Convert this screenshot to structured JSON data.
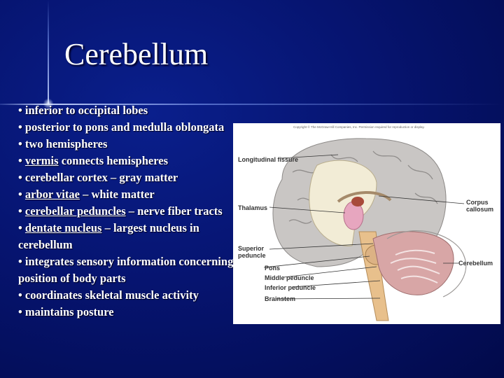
{
  "slide": {
    "title": "Cerebellum",
    "bullets": [
      {
        "pre": "• inferior to occipital lobes",
        "u": "",
        "post": ""
      },
      {
        "pre": "• posterior to pons and medulla oblongata",
        "u": "",
        "post": ""
      },
      {
        "pre": "• two hemispheres",
        "u": "",
        "post": ""
      },
      {
        "pre": "• ",
        "u": "vermis",
        "post": " connects hemispheres"
      },
      {
        "pre": "• cerebellar cortex – gray matter",
        "u": "",
        "post": ""
      },
      {
        "pre": "• ",
        "u": "arbor vitae",
        "post": " – white matter"
      },
      {
        "pre": "• ",
        "u": "cerebellar peduncles",
        "post": " – nerve fiber tracts"
      },
      {
        "pre": "• ",
        "u": "dentate nucleus",
        "post": " – largest nucleus in cerebellum"
      },
      {
        "pre": "• integrates sensory information concerning position of body parts",
        "u": "",
        "post": ""
      },
      {
        "pre": "• coordinates skeletal muscle activity",
        "u": "",
        "post": ""
      },
      {
        "pre": "• maintains posture",
        "u": "",
        "post": ""
      }
    ]
  },
  "figure": {
    "copyright": "Copyright © The McGraw-Hill Companies, Inc. Permission required for reproduction or display.",
    "labels": {
      "longitudinal_fissure": "Longitudinal fissure",
      "thalamus": "Thalamus",
      "superior_peduncle": "Superior peduncle",
      "pons": "Pons",
      "middle_peduncle": "Middle peduncle",
      "inferior_peduncle": "Inferior peduncle",
      "brainstem": "Brainstem",
      "corpus_callosum": "Corpus callosum",
      "cerebellum": "Cerebellum"
    },
    "colors": {
      "brain_gray": "#c9c6c4",
      "white_matter": "#f2ecd6",
      "thalamus": "#e7a6bf",
      "brainstem": "#e8c08c",
      "cerebellum": "#d8a6a6",
      "red_nucleus": "#a84a3a"
    }
  }
}
